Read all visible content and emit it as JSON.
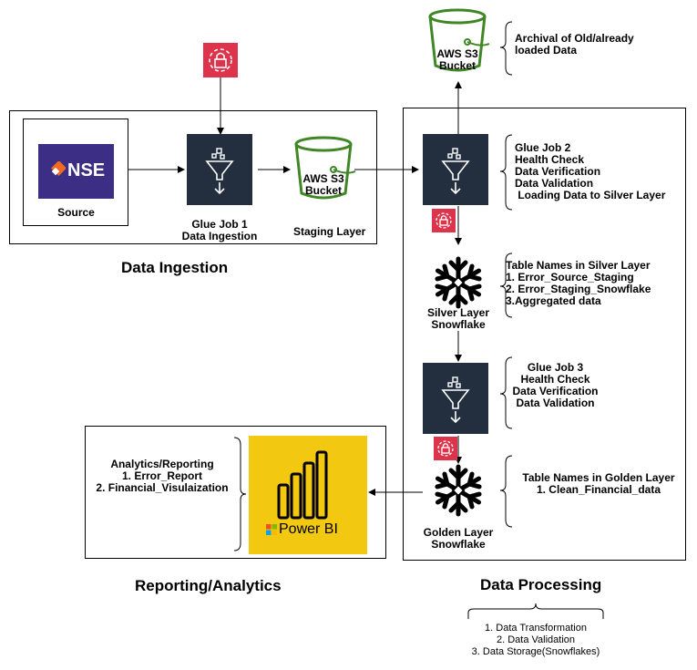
{
  "source": {
    "logo_text": "NSE",
    "label": "Source"
  },
  "ingestion": {
    "glue_job_1": {
      "line1": "Glue Job 1",
      "line2": "Data Ingestion"
    },
    "staging_bucket": {
      "line1": "AWS S3",
      "line2": "Bucket"
    },
    "staging_label": "Staging Layer",
    "section_title": "Data Ingestion"
  },
  "archive": {
    "bucket": {
      "line1": "AWS S3",
      "line2": "Bucket"
    },
    "note": [
      "Archival of Old/already",
      "loaded Data"
    ]
  },
  "processing": {
    "glue_job_2_notes": [
      "Glue Job 2",
      "Health Check",
      "Data Verification",
      "Data Validation",
      " Loading Data to Silver Layer"
    ],
    "silver": {
      "label": [
        "Silver Layer",
        "Snowflake"
      ],
      "notes": [
        "Table Names in Silver Layer",
        "1. Error_Source_Staging",
        "2. Error_Staging_Snowflake",
        "3.Aggregated data"
      ]
    },
    "glue_job_3_notes": [
      "Glue Job 3",
      "Health Check",
      "Data Verification",
      "Data Validation"
    ],
    "golden": {
      "label": [
        "Golden Layer",
        "Snowflake"
      ],
      "notes": [
        "Table Names in Golden Layer",
        "1. Clean_Financial_data"
      ]
    },
    "section_title": "Data Processing",
    "summary": [
      "1. Data Transformation",
      "2. Data Validation",
      "3. Data Storage(Snowflakes)"
    ]
  },
  "reporting": {
    "notes": [
      "Analytics/Reporting",
      "1. Error_Report",
      "2. Financial_Visulaization"
    ],
    "powerbi_label": "Power BI",
    "section_title": "Reporting/Analytics"
  },
  "colors": {
    "glue_bg": "#232f3e",
    "kms_red": "#dd344c",
    "s3_green": "#3f8624",
    "nse_purple": "#3b2e84",
    "nse_orange": "#f26a21",
    "powerbi_yellow": "#f2c811"
  }
}
